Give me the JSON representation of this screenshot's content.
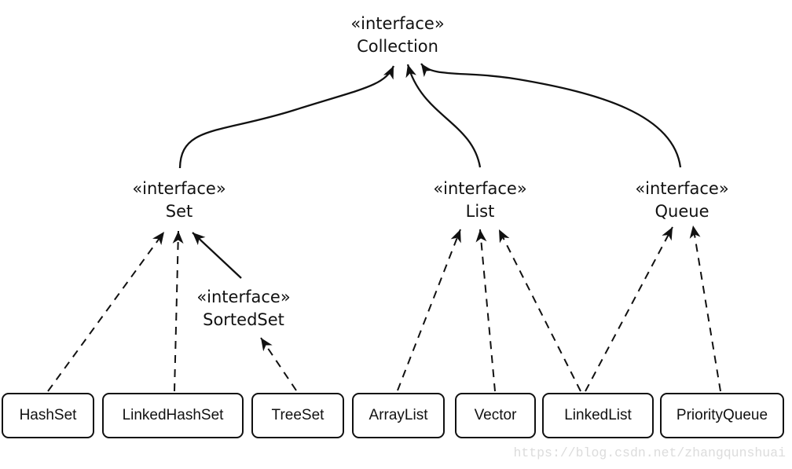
{
  "interfaces": {
    "collection": {
      "stereotype": "«interface»",
      "name": "Collection"
    },
    "set": {
      "stereotype": "«interface»",
      "name": "Set"
    },
    "list": {
      "stereotype": "«interface»",
      "name": "List"
    },
    "queue": {
      "stereotype": "«interface»",
      "name": "Queue"
    },
    "sorted_set": {
      "stereotype": "«interface»",
      "name": "SortedSet"
    }
  },
  "classes": {
    "hash_set": {
      "label": "HashSet"
    },
    "linked_hash_set": {
      "label": "LinkedHashSet"
    },
    "tree_set": {
      "label": "TreeSet"
    },
    "array_list": {
      "label": "ArrayList"
    },
    "vector": {
      "label": "Vector"
    },
    "linked_list": {
      "label": "LinkedList"
    },
    "priority_queue": {
      "label": "PriorityQueue"
    }
  },
  "relations": [
    {
      "from": "Set",
      "to": "Collection",
      "type": "extends",
      "style": "solid-curve"
    },
    {
      "from": "List",
      "to": "Collection",
      "type": "extends",
      "style": "solid-curve"
    },
    {
      "from": "Queue",
      "to": "Collection",
      "type": "extends",
      "style": "solid-curve"
    },
    {
      "from": "HashSet",
      "to": "Set",
      "type": "implements",
      "style": "dashed"
    },
    {
      "from": "LinkedHashSet",
      "to": "Set",
      "type": "implements",
      "style": "dashed"
    },
    {
      "from": "SortedSet",
      "to": "Set",
      "type": "extends",
      "style": "solid"
    },
    {
      "from": "TreeSet",
      "to": "SortedSet",
      "type": "implements",
      "style": "dashed"
    },
    {
      "from": "ArrayList",
      "to": "List",
      "type": "implements",
      "style": "dashed"
    },
    {
      "from": "Vector",
      "to": "List",
      "type": "implements",
      "style": "dashed"
    },
    {
      "from": "LinkedList",
      "to": "List",
      "type": "implements",
      "style": "dashed"
    },
    {
      "from": "LinkedList",
      "to": "Queue",
      "type": "implements",
      "style": "dashed"
    },
    {
      "from": "PriorityQueue",
      "to": "Queue",
      "type": "implements",
      "style": "dashed"
    }
  ],
  "watermark": {
    "text": "https://blog.csdn.net/zhangqunshuai"
  },
  "colors": {
    "line": "#111111",
    "box_border": "#111111",
    "background": "#ffffff",
    "watermark": "#dcdcdc"
  }
}
